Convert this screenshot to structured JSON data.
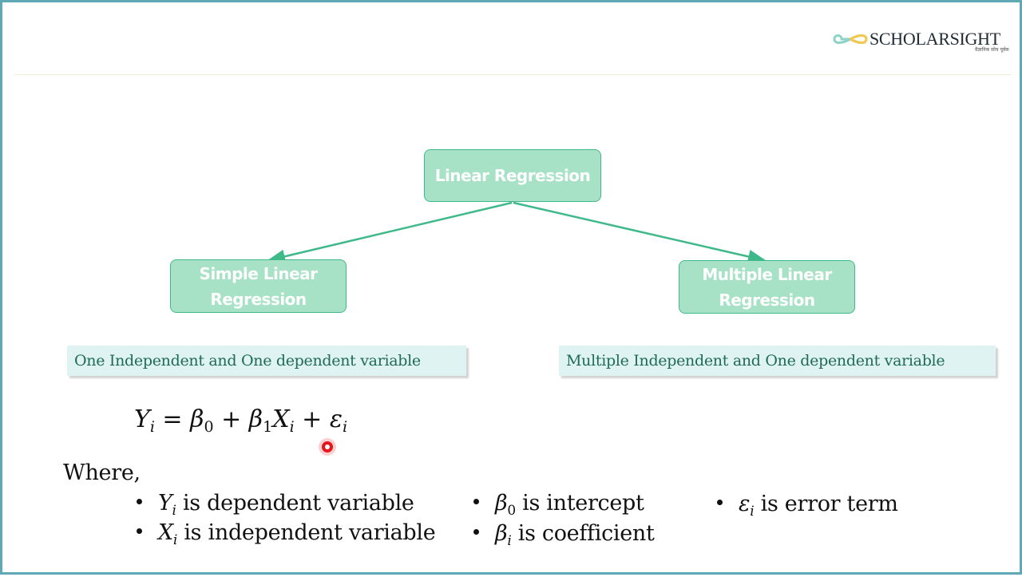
{
  "logo": {
    "brand": "SCHOLARSIGHT",
    "tagline": "वैज्ञानिक सोच पूर्वक"
  },
  "colors": {
    "frame_border": "#5fa9b6",
    "node_fill": "#a7e2c6",
    "node_border": "#3fb98a",
    "arrow": "#3fb98a",
    "desc_fill": "#dff3f3",
    "desc_text": "#1f6b57",
    "cursor": "#e3161c"
  },
  "diagram": {
    "root": {
      "label": "Linear Regression"
    },
    "left": {
      "label_line1": "Simple Linear",
      "label_line2": "Regression",
      "description": "One Independent and One dependent variable"
    },
    "right": {
      "label_line1": "Multiple Linear",
      "label_line2": "Regression",
      "description": "Multiple Independent and One dependent variable"
    }
  },
  "equation": {
    "Y": "Y",
    "i": "i",
    "eq": " = ",
    "beta": "β",
    "zero": "0",
    "plus": " + ",
    "one": "1",
    "X": "X",
    "eps": "ε"
  },
  "where_label": "Where,",
  "definitions": [
    {
      "symbol": "Y",
      "sub": "i",
      "text": " is dependent variable"
    },
    {
      "symbol": "X",
      "sub": "i",
      "text": " is independent variable"
    },
    {
      "symbol": "β",
      "sub": "0",
      "text": " is intercept"
    },
    {
      "symbol": "β",
      "sub": "i",
      "text": " is coefficient"
    },
    {
      "symbol": "ε",
      "sub": "i",
      "text": " is error term"
    }
  ],
  "icons": {
    "logo": "infinity-logo-icon",
    "cursor": "pointer-cursor-icon"
  }
}
